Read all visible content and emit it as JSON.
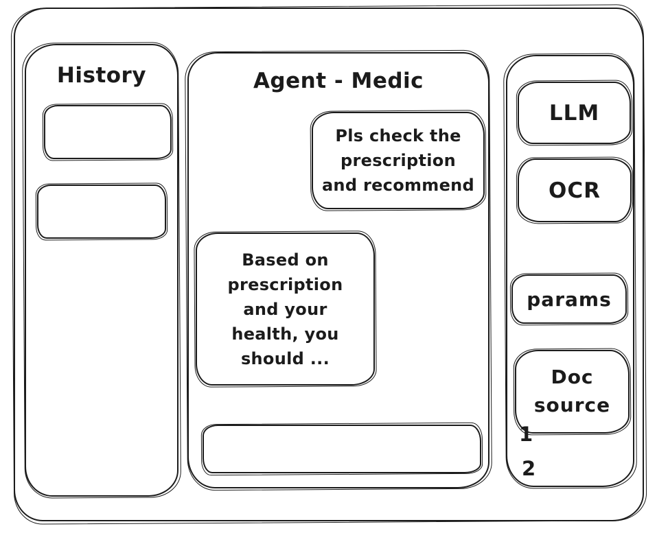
{
  "colors": {
    "ink": "#1b1b1b",
    "background": "#ffffff"
  },
  "history_panel": {
    "title": "History",
    "items": [
      {
        "label": ""
      },
      {
        "label": ""
      }
    ]
  },
  "chat_panel": {
    "title": "Agent - Medic",
    "messages": [
      {
        "role": "user",
        "align": "right",
        "text": "Pls check the\nprescription\nand recommend"
      },
      {
        "role": "assistant",
        "align": "left",
        "text": "Based on\nprescription\nand your\nhealth, you\nshould ..."
      }
    ],
    "input": {
      "value": "",
      "placeholder": ""
    }
  },
  "tools_panel": {
    "buttons": [
      {
        "id": "llm",
        "label": "LLM"
      },
      {
        "id": "ocr",
        "label": "OCR"
      },
      {
        "id": "params",
        "label": "params"
      },
      {
        "id": "doc_source",
        "label": "Doc\nsource"
      }
    ],
    "doc_list": [
      "1",
      "2"
    ]
  }
}
